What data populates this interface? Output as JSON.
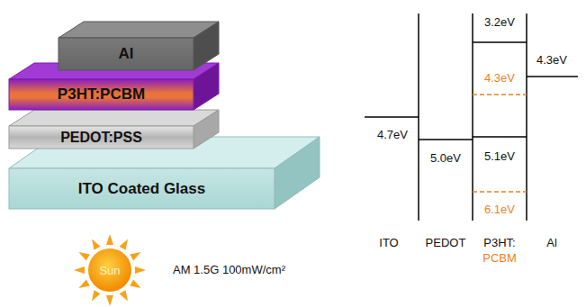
{
  "diagram": {
    "nodes": [
      {
        "text": [
          "Al"
        ]
      },
      {
        "text": [
          "P3HT:PCBM"
        ]
      },
      {
        "text": [
          "PEDOT:PSS"
        ]
      },
      {
        "text": [
          "ITO Coated Glass"
        ]
      },
      {
        "text": [
          "Sun"
        ]
      }
    ],
    "labels": [
      "3.2eV",
      "4.3eV",
      "4.3eV",
      "4.7eV",
      "5.0eV",
      "5.1eV",
      "6.1eV",
      "ITO",
      "PEDOT",
      "P3HT:",
      "PCBM",
      "Al",
      "AM 1.5G 100mW/cm²"
    ]
  }
}
